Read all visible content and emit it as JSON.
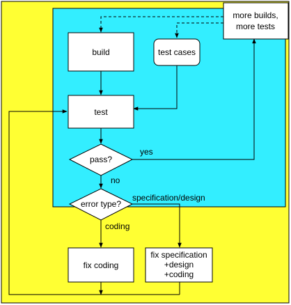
{
  "colors": {
    "outer_region": "#ffff33",
    "inner_region": "#33eeff",
    "node_fill": "#ffffff",
    "stroke": "#000000"
  },
  "nodes": {
    "build": "build",
    "test_cases": "test cases",
    "more_builds_line1": "more builds,",
    "more_builds_line2": "more tests",
    "test": "test",
    "pass": "pass?",
    "error_type": "error type?",
    "fix_coding": "fix coding",
    "fix_spec_line1": "fix specification",
    "fix_spec_line2": "+design",
    "fix_spec_line3": "+coding"
  },
  "edges": {
    "yes": "yes",
    "no": "no",
    "spec_design": "specification/design",
    "coding": "coding"
  }
}
